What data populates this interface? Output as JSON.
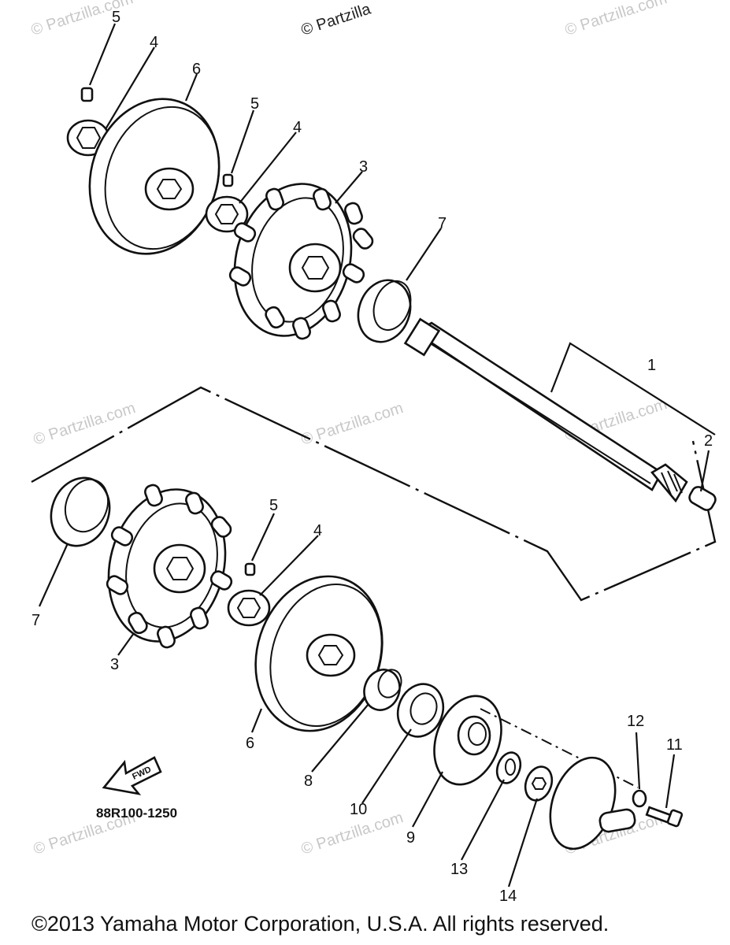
{
  "watermarks": {
    "text": "© Partzilla.com",
    "top_center": "© Partzilla"
  },
  "callouts": {
    "c1": "1",
    "c2": "2",
    "c3a": "3",
    "c3b": "3",
    "c4a": "4",
    "c4b": "4",
    "c4c": "4",
    "c5a": "5",
    "c5b": "5",
    "c5c": "5",
    "c6a": "6",
    "c6b": "6",
    "c7a": "7",
    "c7b": "7",
    "c8": "8",
    "c9": "9",
    "c10": "10",
    "c11": "11",
    "c12": "12",
    "c13": "13",
    "c14": "14"
  },
  "diagram_code": "88R100-1250",
  "fwd_label": "FWD",
  "copyright": "©2013  Yamaha Motor Corporation, U.S.A. All rights reserved."
}
